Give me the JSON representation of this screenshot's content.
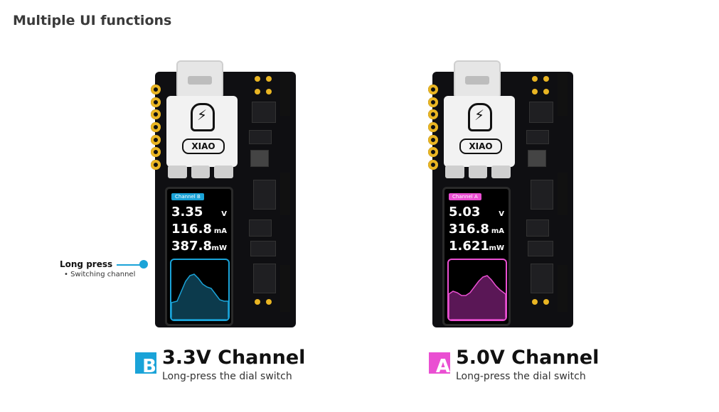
{
  "page": {
    "title": "Multiple UI functions"
  },
  "callout": {
    "title": "Long press",
    "items": [
      "Switching channel"
    ]
  },
  "boards": [
    {
      "module_label": "XIAO",
      "channel_chip": "Channel B",
      "accent": "#1aa3d8",
      "graph_fill": "#0c3a4c",
      "voltage": "3.35",
      "voltage_unit": "V",
      "current": "116.8",
      "current_unit": "mA",
      "power": "387.8",
      "power_unit": "mW",
      "badge": "B",
      "caption_title": "3.3V Channel",
      "caption_sub": "Long-press the dial switch"
    },
    {
      "module_label": "XIAO",
      "channel_chip": "Channel A",
      "accent": "#ea4fd2",
      "graph_fill": "#5a1756",
      "voltage": "5.03",
      "voltage_unit": "V",
      "current": "316.8",
      "current_unit": "mA",
      "power": "1.621",
      "power_unit": "mW",
      "badge": "A",
      "caption_title": "5.0V Channel",
      "caption_sub": "Long-press the dial switch"
    }
  ]
}
